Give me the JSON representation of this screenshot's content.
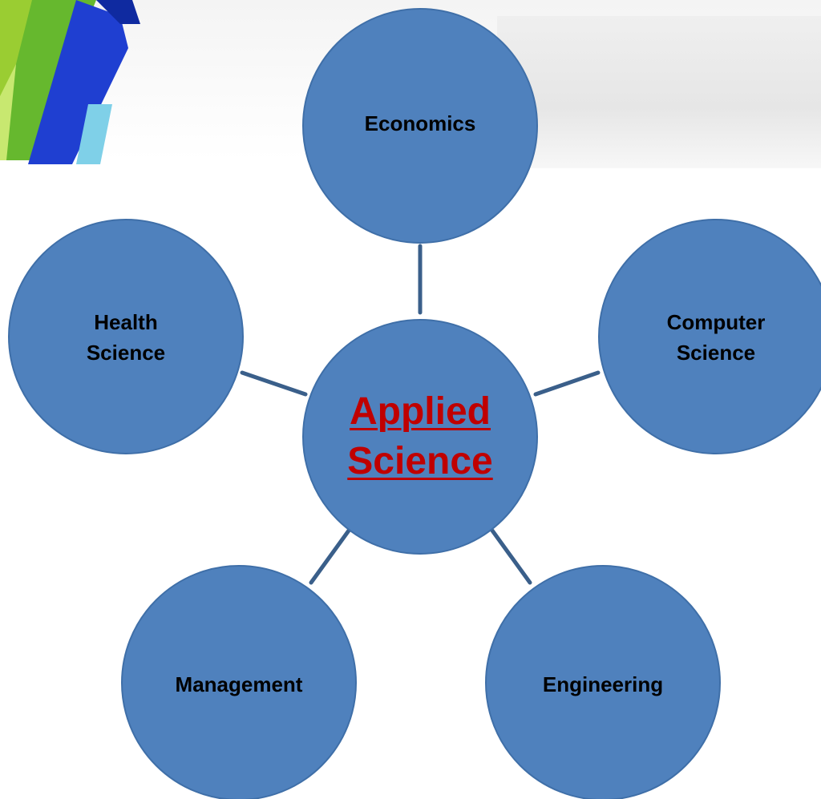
{
  "diagram": {
    "center": {
      "label": "Applied\nScience",
      "color": "#c00000"
    },
    "nodes": [
      {
        "id": "economics",
        "label": "Economics"
      },
      {
        "id": "computer-science",
        "label": "Computer\nScience"
      },
      {
        "id": "engineering",
        "label": "Engineering"
      },
      {
        "id": "management",
        "label": "Management"
      },
      {
        "id": "health-science",
        "label": "Health\nScience"
      }
    ],
    "node_fill": "#4f81bd",
    "connector_color": "#3a5f8a"
  }
}
